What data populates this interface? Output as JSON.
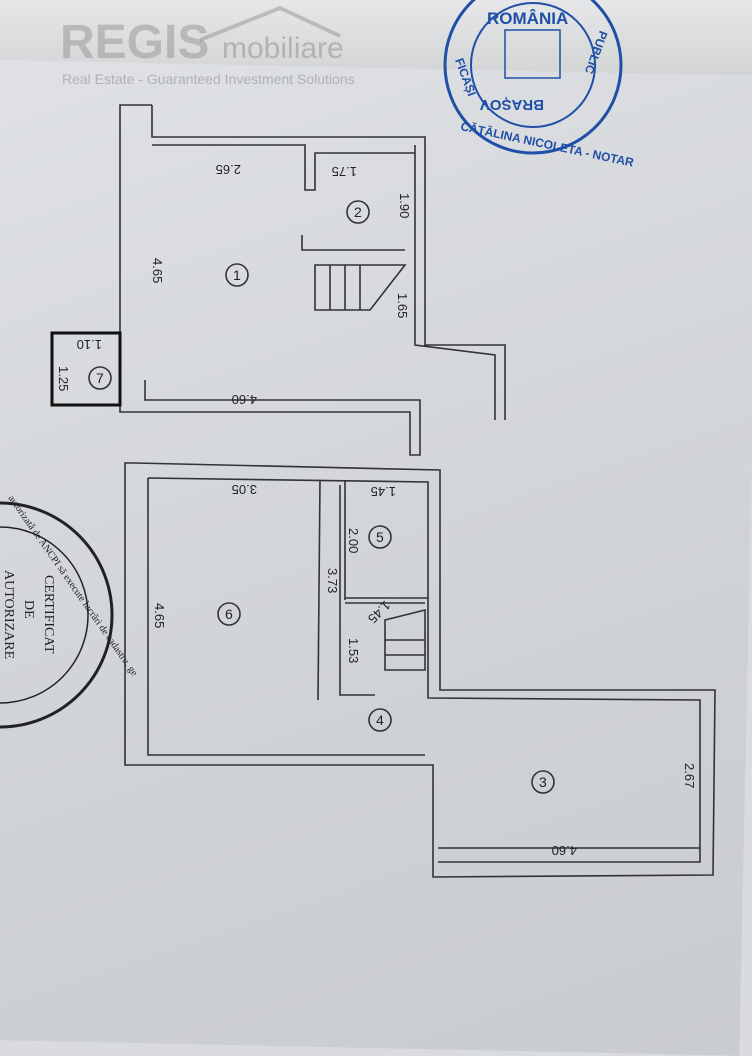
{
  "watermark": {
    "brand": "REGIS",
    "brand_suffix": "mobiliare",
    "tagline": "Real Estate - Guaranteed Investment Solutions"
  },
  "notary_stamp": {
    "top": "ROMÂNIA",
    "left": "FICAȘI",
    "right": "PUBLIC",
    "city": "BRAȘOV",
    "bottom": "CĂTĂLINA NICOLETA - NOTAR"
  },
  "authorization_stamp": {
    "arc": "autorizată de ANCPI să execute lucrări de cadastru, ge",
    "line1": "CERTIFICAT",
    "line2": "DE",
    "line3": "AUTORIZARE"
  },
  "upper_plan": {
    "dims": {
      "d1": "2.65",
      "d2": "1.75",
      "d3": "1.90",
      "d4": "4.65",
      "d5": "1.65",
      "d6": "1.10",
      "d7": "1.25",
      "d8": "4.60"
    },
    "rooms": {
      "r1": "1",
      "r2": "2",
      "r7": "7"
    }
  },
  "lower_plan": {
    "dims": {
      "d1": "3.05",
      "d2": "1.45",
      "d3": "2.00",
      "d4": "3.73",
      "d5": "4.65",
      "d6": "1.45",
      "d7": "1.53",
      "d8": "2.67",
      "d9": "4.60"
    },
    "rooms": {
      "r3": "3",
      "r4": "4",
      "r5": "5",
      "r6": "6"
    }
  }
}
